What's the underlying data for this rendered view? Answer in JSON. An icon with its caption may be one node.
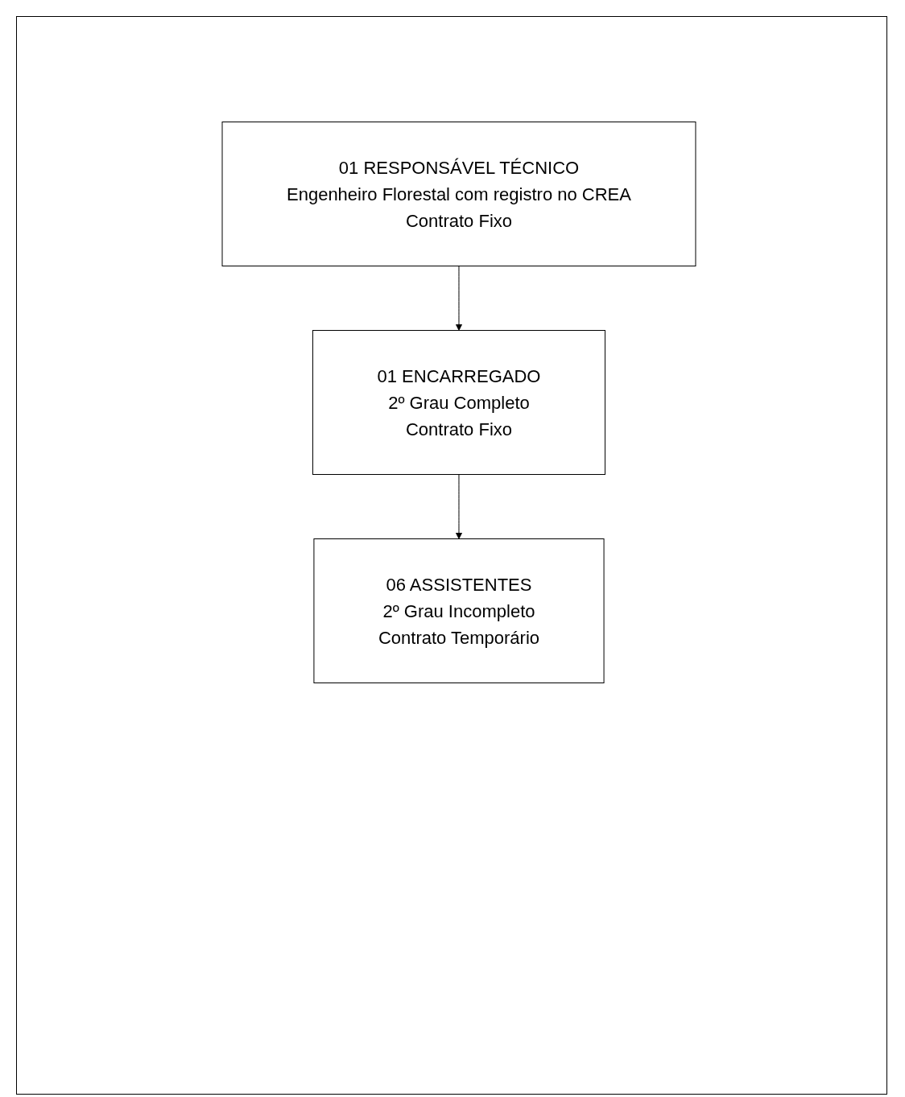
{
  "diagram": {
    "nodes": [
      {
        "text": [
          "01 RESPONSÁVEL TÉCNICO",
          "Engenheiro Florestal com registro no CREA",
          "Contrato Fixo"
        ]
      },
      {
        "text": [
          "01 ENCARREGADO",
          "2º Grau Completo",
          "Contrato Fixo"
        ]
      },
      {
        "text": [
          "06 ASSISTENTES",
          "2º Grau Incompleto",
          "Contrato Temporário"
        ]
      }
    ],
    "edges": [
      {
        "from": 0,
        "to": 1,
        "arrow": "to"
      },
      {
        "from": 1,
        "to": 2,
        "arrow": "to"
      }
    ]
  }
}
